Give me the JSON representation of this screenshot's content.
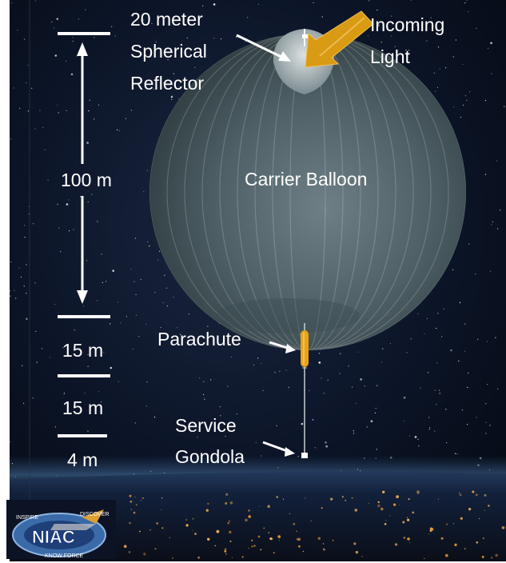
{
  "labels": {
    "reflector": [
      "20 meter",
      "Spherical",
      "Reflector"
    ],
    "incoming_light": [
      "Incoming",
      "Light"
    ],
    "balloon": "Carrier Balloon",
    "parachute": "Parachute",
    "gondola": [
      "Service",
      "Gondola"
    ]
  },
  "dimensions": {
    "d100": "100 m",
    "d15a": "15 m",
    "d15b": "15 m",
    "d4": "4 m"
  },
  "logo": {
    "text": "NIAC",
    "ring_top_left": "INSPIRE",
    "ring_top_right": "DISCOVER",
    "ring_bottom": "KNOW FORCE"
  },
  "colors": {
    "space": "#0a1020",
    "balloon": "#4d5e63",
    "light_arrow": "#d99a14",
    "parachute": "#e8a21a",
    "label": "#ffffff"
  }
}
